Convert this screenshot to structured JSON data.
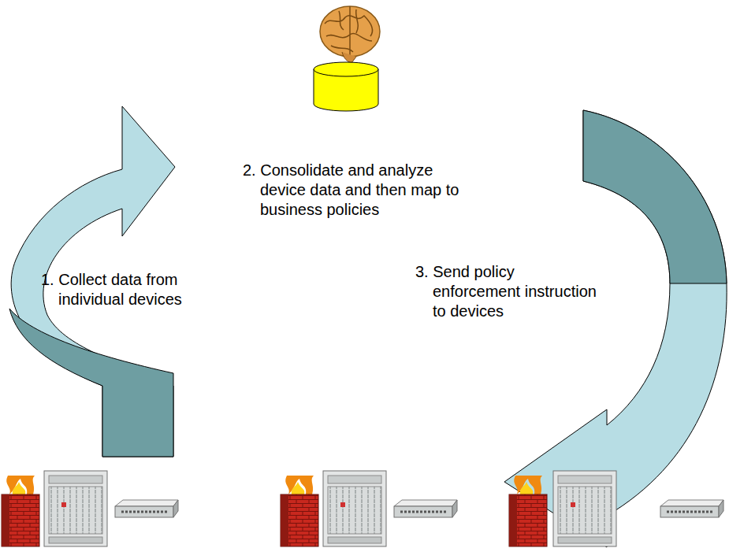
{
  "diagram": {
    "labels": [
      "2. Consolidate and analyze device data and then map to business policies",
      "1. Collect data from individual devices",
      "3. Send policy enforcement instruction to devices"
    ]
  }
}
